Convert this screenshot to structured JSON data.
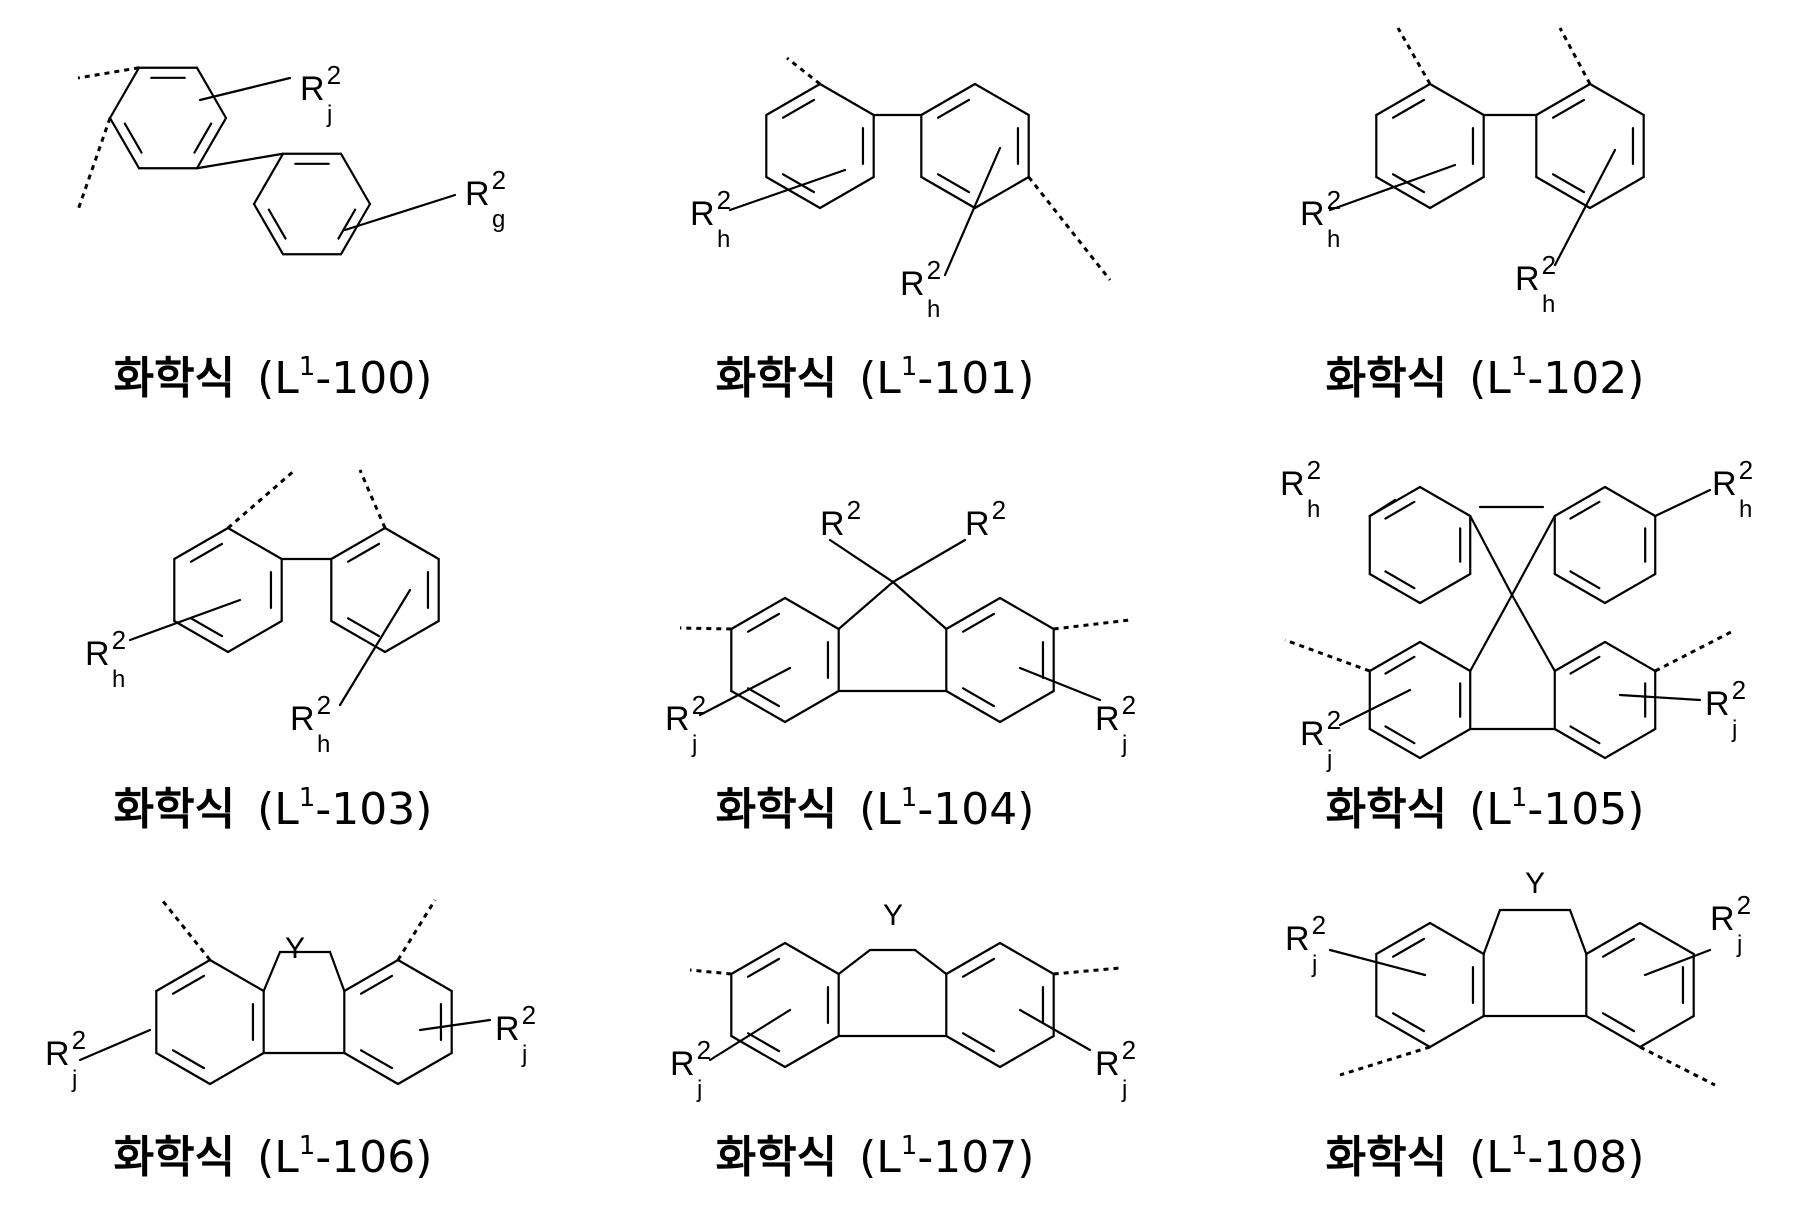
{
  "formulas": [
    {
      "prefix": "화학식",
      "code": "L",
      "sup": "1",
      "num": "-100",
      "labels": {
        "r2j": "R",
        "r2j_sup": "2",
        "r2j_sub": "j",
        "r2g": "R",
        "r2g_sup": "2",
        "r2g_sub": "g"
      }
    },
    {
      "prefix": "화학식",
      "code": "L",
      "sup": "1",
      "num": "-101",
      "labels": {
        "r2a": "R",
        "r2a_sup": "2",
        "r2a_sub": "h",
        "r2b": "R",
        "r2b_sup": "2",
        "r2b_sub": "h"
      }
    },
    {
      "prefix": "화학식",
      "code": "L",
      "sup": "1",
      "num": "-102",
      "labels": {
        "r2a": "R",
        "r2a_sup": "2",
        "r2a_sub": "h",
        "r2b": "R",
        "r2b_sup": "2",
        "r2b_sub": "h"
      }
    },
    {
      "prefix": "화학식",
      "code": "L",
      "sup": "1",
      "num": "-103",
      "labels": {
        "r2a": "R",
        "r2a_sup": "2",
        "r2a_sub": "h",
        "r2b": "R",
        "r2b_sup": "2",
        "r2b_sub": "h"
      }
    },
    {
      "prefix": "화학식",
      "code": "L",
      "sup": "1",
      "num": "-104",
      "labels": {
        "r2top1": "R",
        "r2top1_sup": "2",
        "r2top2": "R",
        "r2top2_sup": "2",
        "r2a": "R",
        "r2a_sup": "2",
        "r2a_sub": "j",
        "r2b": "R",
        "r2b_sup": "2",
        "r2b_sub": "j"
      }
    },
    {
      "prefix": "화학식",
      "code": "L",
      "sup": "1",
      "num": "-105",
      "labels": {
        "r2a": "R",
        "r2a_sup": "2",
        "r2a_sub": "h",
        "r2b": "R",
        "r2b_sup": "2",
        "r2b_sub": "h",
        "r2c": "R",
        "r2c_sup": "2",
        "r2c_sub": "j",
        "r2d": "R",
        "r2d_sup": "2",
        "r2d_sub": "j"
      }
    },
    {
      "prefix": "화학식",
      "code": "L",
      "sup": "1",
      "num": "-106",
      "labels": {
        "y": "Y",
        "r2a": "R",
        "r2a_sup": "2",
        "r2a_sub": "j",
        "r2b": "R",
        "r2b_sup": "2",
        "r2b_sub": "j"
      }
    },
    {
      "prefix": "화학식",
      "code": "L",
      "sup": "1",
      "num": "-107",
      "labels": {
        "y": "Y",
        "r2a": "R",
        "r2a_sup": "2",
        "r2a_sub": "j",
        "r2b": "R",
        "r2b_sup": "2",
        "r2b_sub": "j"
      }
    },
    {
      "prefix": "화학식",
      "code": "L",
      "sup": "1",
      "num": "-108",
      "labels": {
        "y": "Y",
        "r2a": "R",
        "r2a_sup": "2",
        "r2a_sub": "j",
        "r2b": "R",
        "r2b_sup": "2",
        "r2b_sub": "j"
      }
    }
  ]
}
